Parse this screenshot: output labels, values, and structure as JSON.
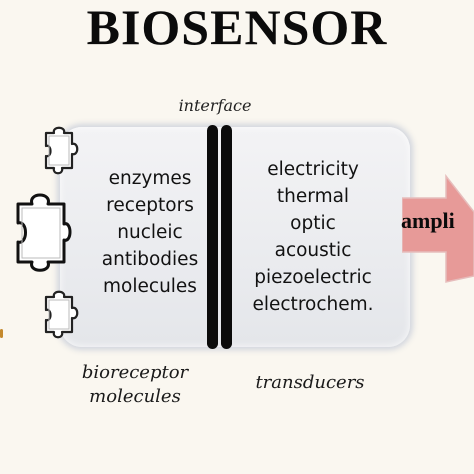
{
  "title": "BIOSENSOR",
  "interface_label": "interface",
  "bioreceptors": {
    "items": [
      "enzymes",
      "receptors",
      "nucleic",
      "antibodies",
      "molecules"
    ],
    "label_line1": "bioreceptor",
    "label_line2": "molecules"
  },
  "transducers": {
    "items": [
      "electricity",
      "thermal",
      "optic",
      "acoustic",
      "piezoelectric",
      "electrochem."
    ],
    "label": "transducers"
  },
  "amplifier_label": "ampli",
  "colors": {
    "background": "#faf7f0",
    "panel": "#e9eaee",
    "bars": "#0b0b0b",
    "arrow": "#e79a98"
  },
  "icons": [
    "puzzle-piece-icon",
    "puzzle-piece-icon",
    "puzzle-piece-icon",
    "arrow-right-icon"
  ]
}
